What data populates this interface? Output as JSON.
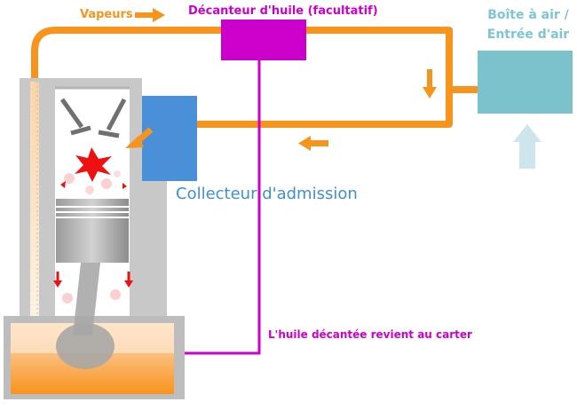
{
  "labels": {
    "vapeurs": "Vapeurs",
    "decanteur": "Décanteur d'huile (facultatif)",
    "boite_line1": "Boîte à air /",
    "boite_line2": "Entrée d'air",
    "collecteur": "Collecteur d'admission",
    "retour": "L'huile décantée revient au carter"
  },
  "colors": {
    "vapor_pipe": "#f7941d",
    "oil_separator": "#cc00cc",
    "air_box": "#7bc2cc",
    "intake_manifold": "#4a90d9",
    "engine_block": "#c8c8c8",
    "combustion": "#ee1111",
    "oil_sump": "#f7941d",
    "air_inflow_arrow": "#cde6ee"
  }
}
